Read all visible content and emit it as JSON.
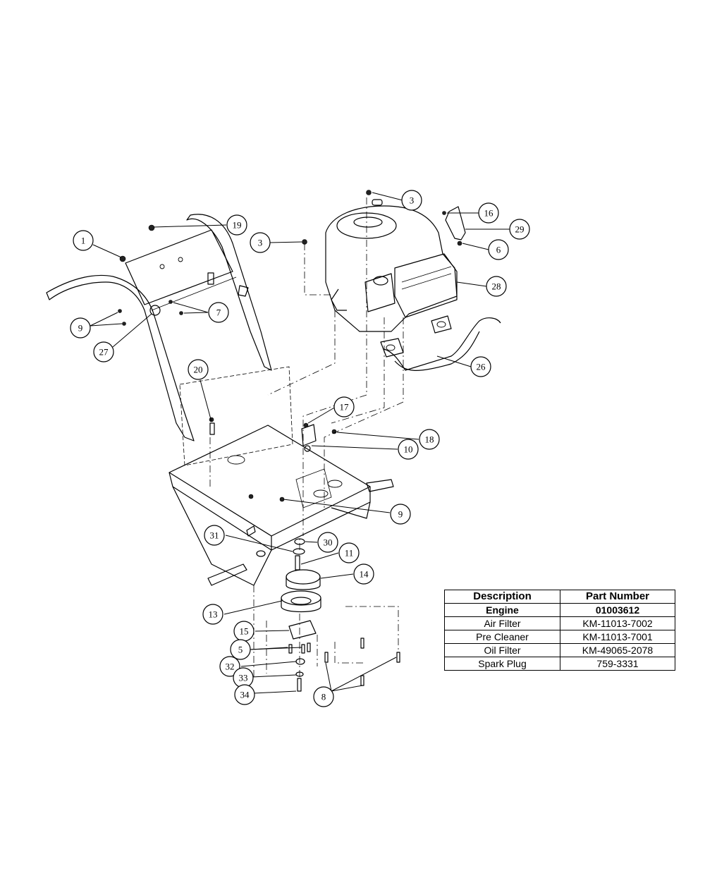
{
  "callouts": [
    {
      "label": "1"
    },
    {
      "label": "19"
    },
    {
      "label": "3"
    },
    {
      "label": "3"
    },
    {
      "label": "16"
    },
    {
      "label": "29"
    },
    {
      "label": "6"
    },
    {
      "label": "28"
    },
    {
      "label": "7"
    },
    {
      "label": "9"
    },
    {
      "label": "27"
    },
    {
      "label": "26"
    },
    {
      "label": "20"
    },
    {
      "label": "17"
    },
    {
      "label": "18"
    },
    {
      "label": "10"
    },
    {
      "label": "9"
    },
    {
      "label": "30"
    },
    {
      "label": "31"
    },
    {
      "label": "11"
    },
    {
      "label": "14"
    },
    {
      "label": "13"
    },
    {
      "label": "15"
    },
    {
      "label": "5"
    },
    {
      "label": "32"
    },
    {
      "label": "33"
    },
    {
      "label": "34"
    },
    {
      "label": "8"
    }
  ],
  "table": {
    "headers": [
      "Description",
      "Part Number"
    ],
    "rows": [
      {
        "description": "Engine",
        "part_number": "01003612",
        "bold": true
      },
      {
        "description": "Air Filter",
        "part_number": "KM-11013-7002",
        "bold": false
      },
      {
        "description": "Pre Cleaner",
        "part_number": "KM-11013-7001",
        "bold": false
      },
      {
        "description": "Oil Filter",
        "part_number": "KM-49065-2078",
        "bold": false
      },
      {
        "description": "Spark Plug",
        "part_number": "759-3331",
        "bold": false
      }
    ]
  }
}
